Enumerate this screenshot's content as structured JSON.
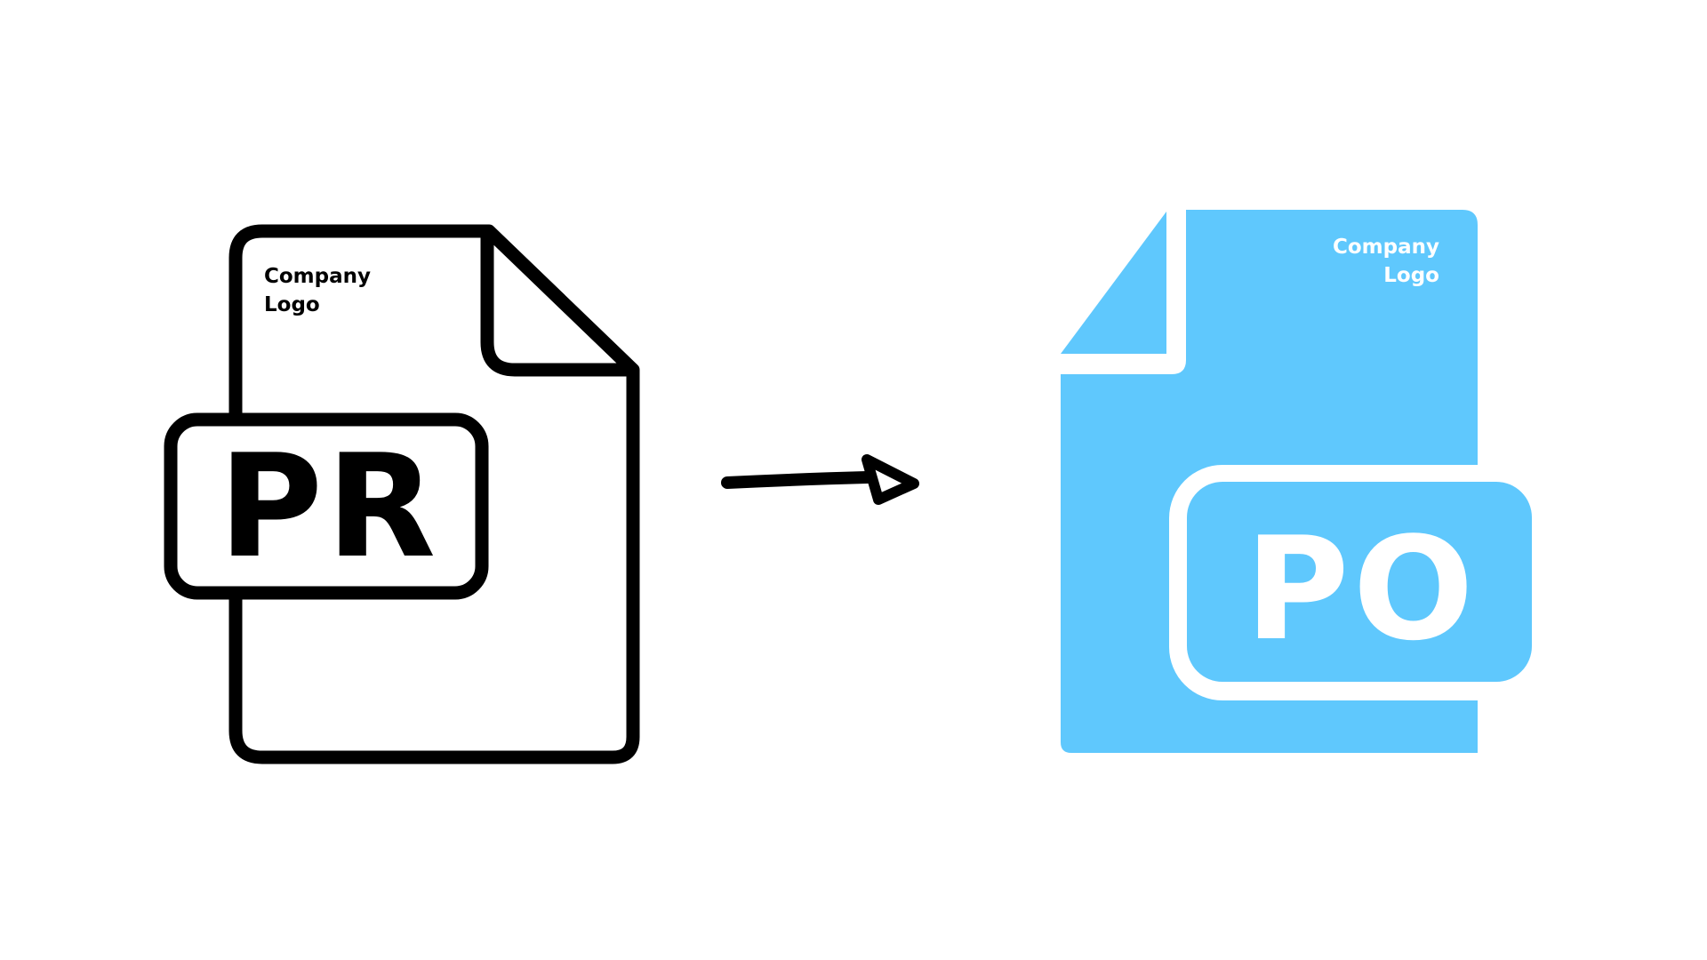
{
  "source_doc": {
    "logo_line1": "Company",
    "logo_line2": "Logo",
    "badge": "PR",
    "stroke_color": "#000000",
    "fill_color": "#ffffff"
  },
  "target_doc": {
    "logo_line1": "Company",
    "logo_line2": "Logo",
    "badge": "PO",
    "fill_color": "#5fc8fd",
    "text_color": "#ffffff"
  },
  "arrow": {
    "color": "#000000",
    "direction": "right"
  }
}
